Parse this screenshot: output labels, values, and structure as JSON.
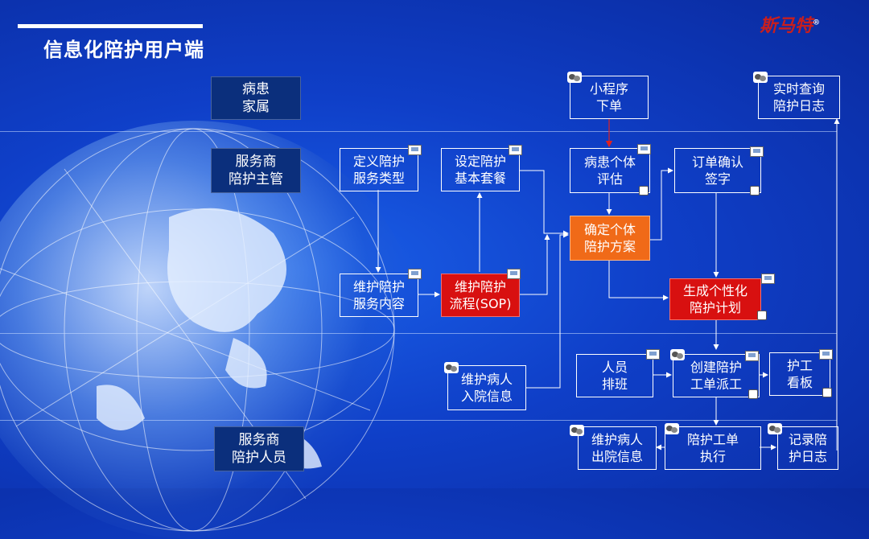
{
  "header": {
    "title": "信息化陪护用户端",
    "logo": "斯马特",
    "logo_mark": "®"
  },
  "roles": {
    "family": [
      "病患",
      "家属"
    ],
    "manager": [
      "服务商",
      "陪护主管"
    ],
    "staff": [
      "服务商",
      "陪护人员"
    ]
  },
  "nodes": {
    "define_type": [
      "定义陪护",
      "服务类型"
    ],
    "set_package": [
      "设定陪护",
      "基本套餐"
    ],
    "maintain_content": [
      "维护陪护",
      "服务内容"
    ],
    "maintain_sop": [
      "维护陪护",
      "流程(SOP)"
    ],
    "mini_order": [
      "小程序",
      "下单"
    ],
    "realtime_log": [
      "实时查询",
      "陪护日志"
    ],
    "assess": [
      "病患个体",
      "评估"
    ],
    "order_confirm": [
      "订单确认",
      "签字"
    ],
    "confirm_plan": [
      "确定个体",
      "陪护方案"
    ],
    "gen_plan": [
      "生成个性化",
      "陪护计划"
    ],
    "admission": [
      "维护病人",
      "入院信息"
    ],
    "scheduling": [
      "人员",
      "排班"
    ],
    "create_ticket": [
      "创建陪护",
      "工单派工"
    ],
    "board": [
      "护工",
      "看板"
    ],
    "discharge": [
      "维护病人",
      "出院信息"
    ],
    "execute": [
      "陪护工单",
      "执行"
    ],
    "record_log": [
      "记录陪",
      "护日志"
    ]
  },
  "colors": {
    "accent_orange": "#f06a18",
    "accent_red": "#d81010",
    "role_bg": "#0b2f7c",
    "logo_red": "#c81e1e"
  },
  "icons": [
    "computer-icon",
    "wechat-icon",
    "mobile-icon"
  ]
}
